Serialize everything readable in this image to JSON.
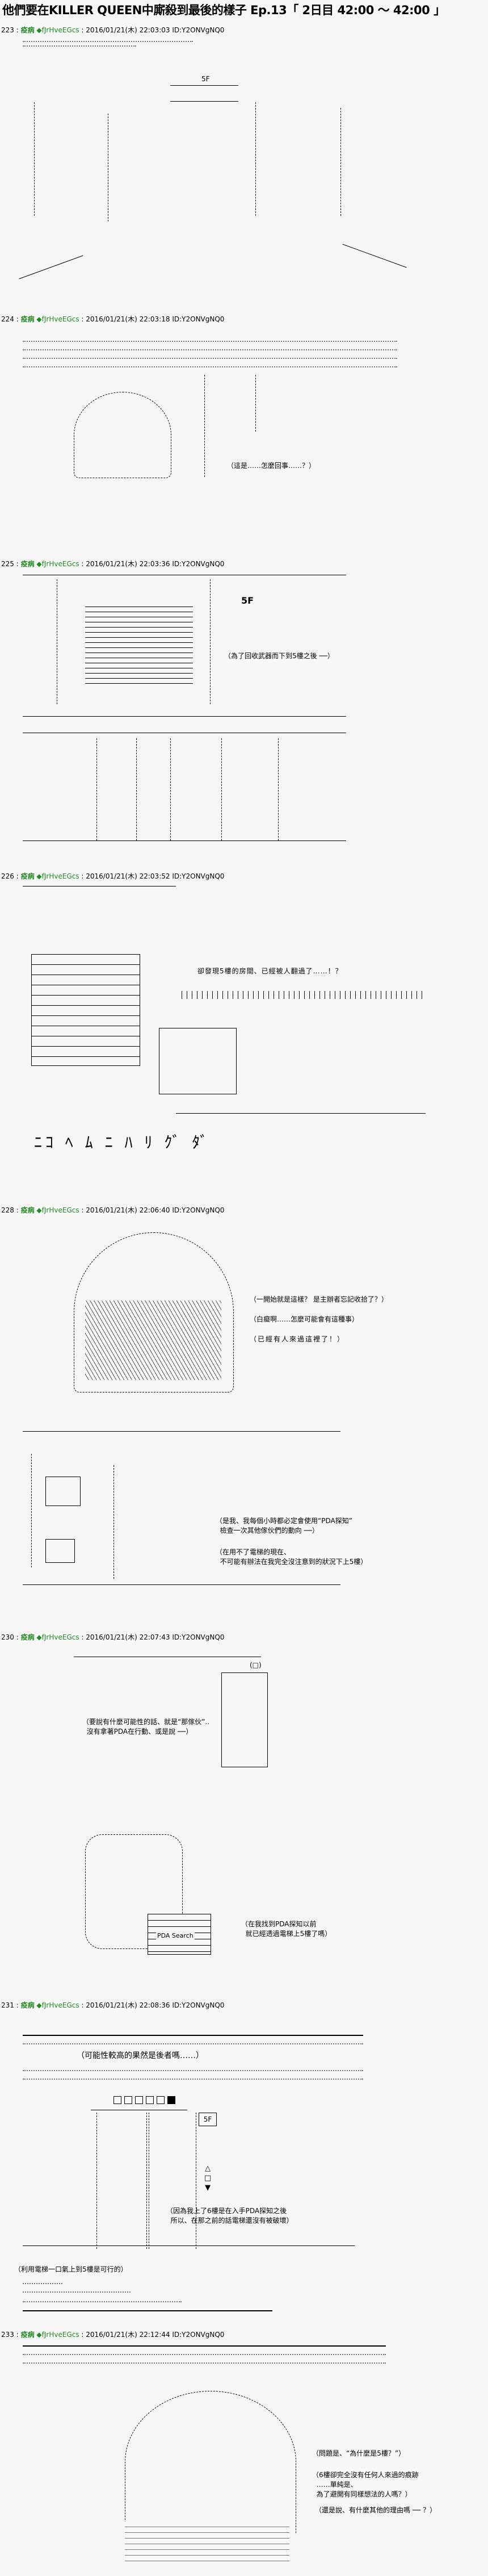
{
  "title": "他們要在KILLER QUEEN中廝殺到最後的樣子 Ep.13「 2日目 42:00 ～ 42:00 」",
  "poster": {
    "name": "疫病",
    "trip": "◆fJrHveEGcs",
    "id": "ID:Y2ONVgNQ0"
  },
  "posts": [
    {
      "no": "223",
      "date": "2016/01/21(木) 22:03:03",
      "sign": "5F",
      "dialogs": []
    },
    {
      "no": "224",
      "date": "2016/01/21(木) 22:03:18",
      "dialogs": [
        "（這是……怎麼回事……？）"
      ]
    },
    {
      "no": "225",
      "date": "2016/01/21(木) 22:03:36",
      "sign": "5F",
      "dialogs": [
        "（為了回收武器而下到5樓之後 ──）"
      ]
    },
    {
      "no": "226",
      "date": "2016/01/21(木) 22:03:52",
      "dialogs": [
        "卻發現5樓的房間、已經被人翻過了……！？"
      ]
    },
    {
      "no": "228",
      "date": "2016/01/21(木) 22:06:40",
      "dialogs": [
        "（一開始就是這樣？ 是主辦者忘記收拾了？）",
        "（白癡啊……怎麼可能會有這種事）",
        "（已經有人來過這裡了！）",
        "（是我、我每個小時都必定會使用“PDA探知”\n  檢查一次其他傢伙們的動向 ──）",
        "（在用不了電梯的現在、\n  不可能有辦法在我完全沒注意到的狀況下上5樓）"
      ]
    },
    {
      "no": "230",
      "date": "2016/01/21(木) 22:07:43",
      "pda_label": "PDA Search",
      "dialogs": [
        "（要說有什麼可能性的話、就是“那傢伙”..\n  沒有拿著PDA在行動、或是說 ──）",
        "（在我找到PDA探知以前\n  就已經透過電梯上5樓了嗎）"
      ]
    },
    {
      "no": "231",
      "date": "2016/01/21(木) 22:08:36",
      "sign": "5F",
      "dialogs": [
        "（可能性較高的果然是後者嗎……）",
        "（因為我上了6樓是在入手PDA探知之後\n  所以、在那之前的話電梯還沒有被破壞）",
        "（利用電梯一口氣上到5樓是可行的）"
      ]
    },
    {
      "no": "233",
      "date": "2016/01/21(木) 22:12:44",
      "dialogs": [
        "（問題是、“為什麼是5樓？”）",
        "（6樓卻完全沒有任何人來過的痕跡\n  ……單純是、\n  為了避開有同樣想法的人嗎？）",
        "（還是說、有什麼其他的理由嗎 ── ？）"
      ]
    }
  ]
}
